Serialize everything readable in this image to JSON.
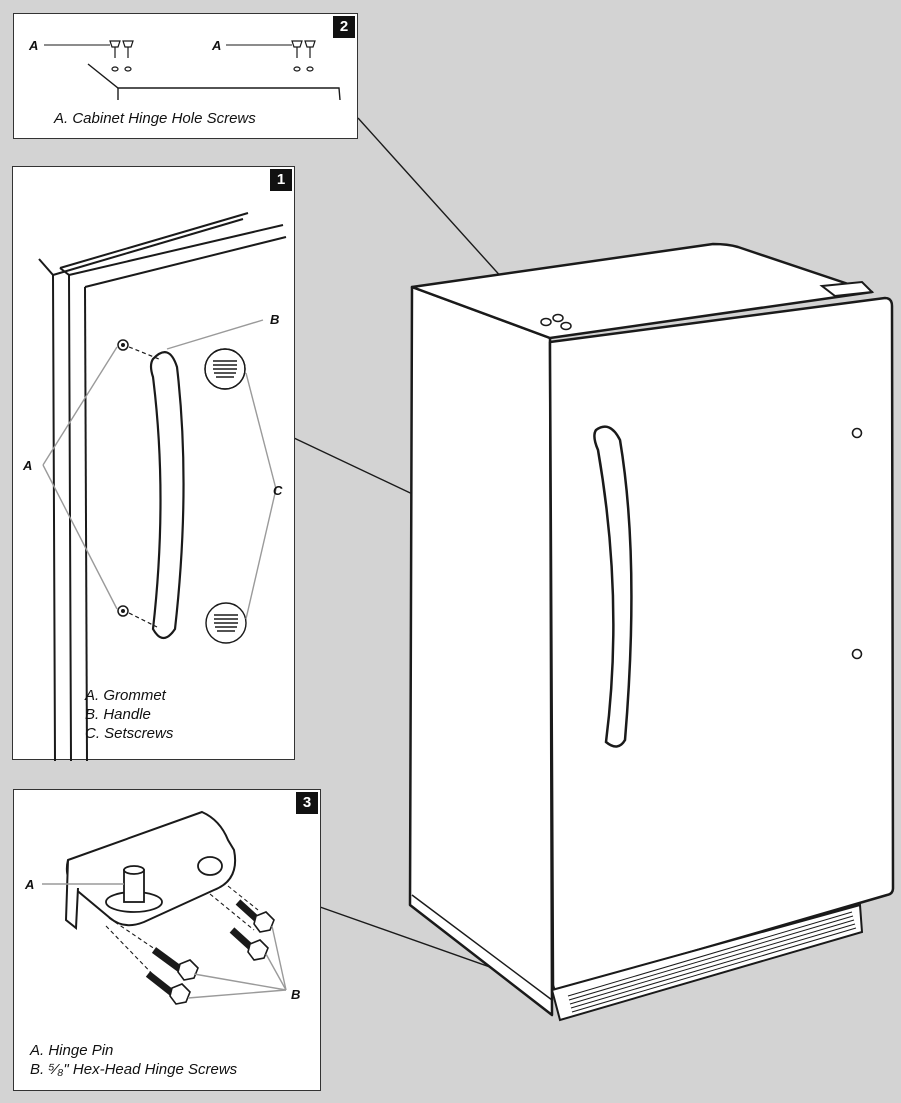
{
  "panel_2": {
    "badge": "2",
    "label_a_left": "A",
    "label_a_right": "A",
    "caption": "A. Cabinet Hinge Hole Screws"
  },
  "panel_1": {
    "badge": "1",
    "label_a": "A",
    "label_b": "B",
    "label_c": "C",
    "caption_lines": [
      "A. Grommet",
      "B. Handle",
      "C. Setscrews"
    ]
  },
  "panel_3": {
    "badge": "3",
    "label_a": "A",
    "label_b": "B",
    "caption_lines": [
      "A. Hinge Pin",
      "B. ⁵⁄₈\" Hex-Head Hinge Screws"
    ]
  },
  "colors": {
    "background": "#d3d3d3",
    "panel": "#ffffff",
    "line": "#1a1a1a",
    "leader": "#9a9a9a"
  }
}
